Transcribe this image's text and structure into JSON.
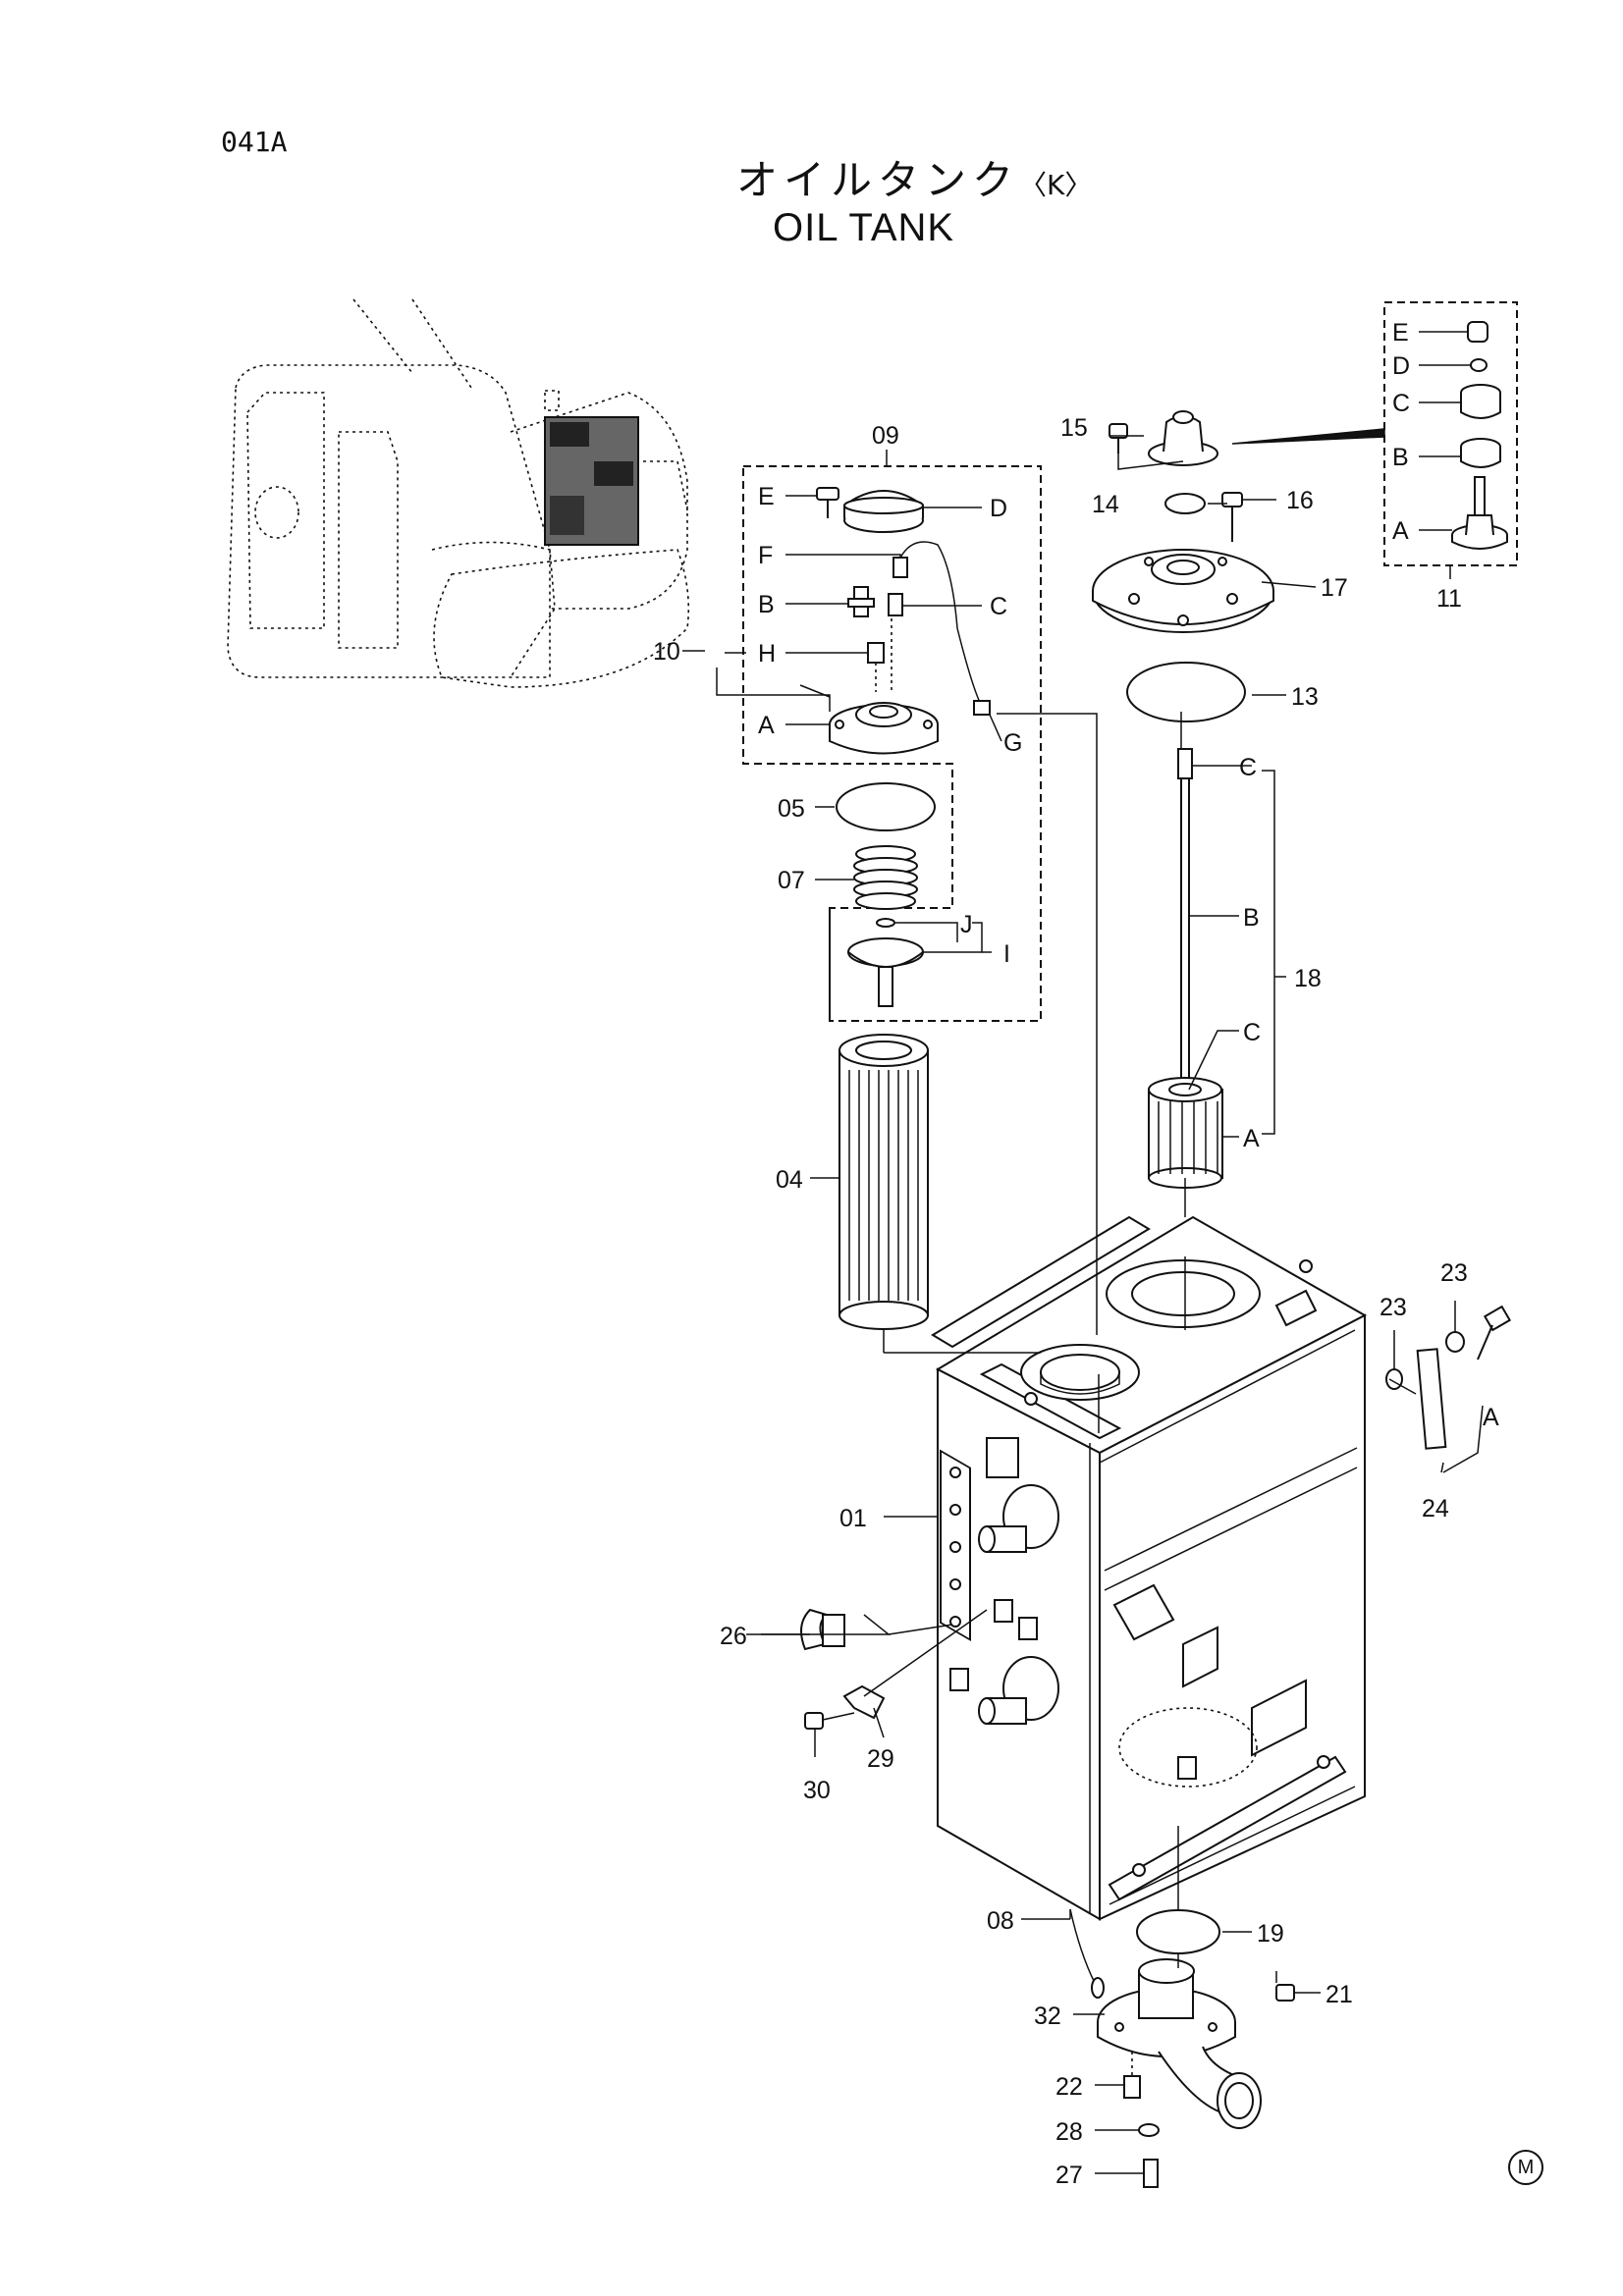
{
  "header": {
    "page_code": "041A",
    "title_jp": "オイルタンク",
    "title_suffix": "〈K〉",
    "title_en": "OIL TANK"
  },
  "footer": {
    "mark": "M"
  },
  "callouts": {
    "c01": "01",
    "c04": "04",
    "c05": "05",
    "c07": "07",
    "c08": "08",
    "c09": "09",
    "c10": "10",
    "c11": "11",
    "c13": "13",
    "c14": "14",
    "c15": "15",
    "c16": "16",
    "c17": "17",
    "c18": "18",
    "c19": "19",
    "c21": "21",
    "c22": "22",
    "c23a": "23",
    "c23b": "23",
    "c24": "24",
    "c26": "26",
    "c27": "27",
    "c28": "28",
    "c29": "29",
    "c30": "30",
    "c32": "32"
  },
  "sub_labels": {
    "a09": "A",
    "b09": "B",
    "c09": "C",
    "d09": "D",
    "e09": "E",
    "f09": "F",
    "g09": "G",
    "h09": "H",
    "i09": "I",
    "j09": "J",
    "a11": "A",
    "b11": "B",
    "c11": "C",
    "d11": "D",
    "e11": "E",
    "a18": "A",
    "b18": "B",
    "c18a": "C",
    "c18b": "C",
    "a24": "A"
  }
}
